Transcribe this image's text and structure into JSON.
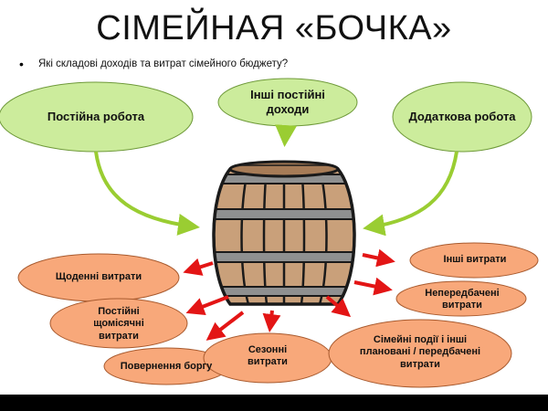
{
  "slide": {
    "title": "СІМЕЙНАЯ «БОЧКА»",
    "bullet": "•",
    "subtitle": "Які складові доходів та витрат сімейного бюджету?"
  },
  "income_sources": [
    {
      "id": "permanent-job",
      "label": "Постійна робота"
    },
    {
      "id": "other-income",
      "label": "Інші постійні доходи"
    },
    {
      "id": "additional-job",
      "label": "Додаткова робота"
    }
  ],
  "expenses": [
    {
      "id": "daily",
      "label": "Щоденні витрати"
    },
    {
      "id": "monthly",
      "label": "Постійні щомісячні витрати"
    },
    {
      "id": "debt",
      "label": "Повернення боргу"
    },
    {
      "id": "seasonal",
      "label": "Сезонні витрати"
    },
    {
      "id": "family-events",
      "label": "Сімейні події і інші плановані / передбачені витрати"
    },
    {
      "id": "unexpected",
      "label": "Непередбачені витрати"
    },
    {
      "id": "other",
      "label": "Інші витрати"
    }
  ],
  "colors": {
    "income_fill": "#ccec9c",
    "income_stroke": "#6f9a3a",
    "income_arrow": "#9acd32",
    "expense_fill": "#f8a87a",
    "expense_stroke": "#a85a2e",
    "expense_arrow": "#e31515",
    "barrel_stave": "#c9a07a",
    "barrel_outline": "#1a1a1a"
  }
}
